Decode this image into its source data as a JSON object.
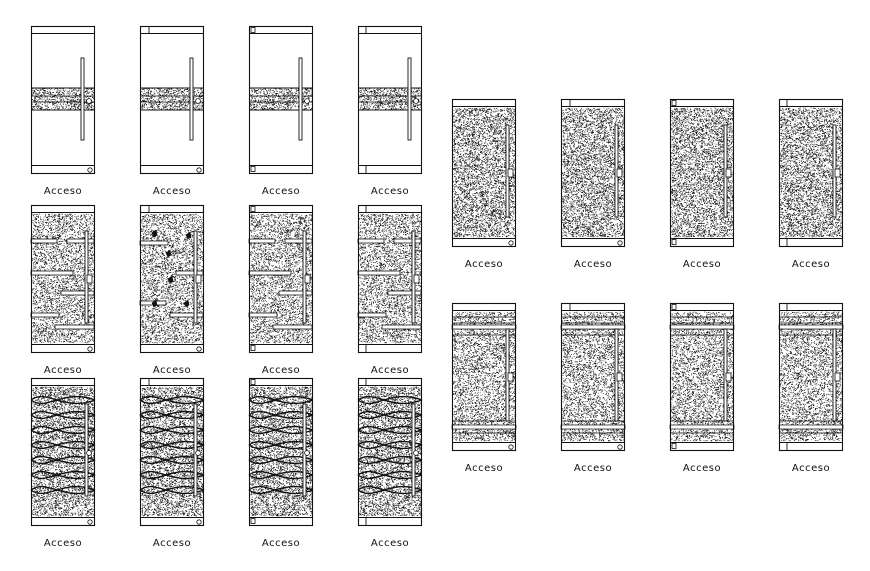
{
  "sheet": {
    "line_color": "#111111",
    "background": "#ffffff"
  },
  "doors": [
    {
      "label": "Acceso",
      "style": "band",
      "corner": "none"
    },
    {
      "label": "Acceso",
      "style": "band",
      "corner": "box"
    },
    {
      "label": "Acceso",
      "style": "band",
      "corner": "hinge"
    },
    {
      "label": "Acceso",
      "style": "band",
      "corner": "notch"
    },
    {
      "label": "Acceso",
      "style": "bars",
      "corner": "none"
    },
    {
      "label": "Acceso",
      "style": "birds",
      "corner": "box"
    },
    {
      "label": "Acceso",
      "style": "bars",
      "corner": "hinge"
    },
    {
      "label": "Acceso",
      "style": "bars",
      "corner": "notch"
    },
    {
      "label": "Acceso",
      "style": "waves",
      "corner": "none"
    },
    {
      "label": "Acceso",
      "style": "waves",
      "corner": "box"
    },
    {
      "label": "Acceso",
      "style": "waves",
      "corner": "hinge"
    },
    {
      "label": "Acceso",
      "style": "waves",
      "corner": "notch"
    },
    {
      "label": "Acceso",
      "style": "full",
      "corner": "none"
    },
    {
      "label": "Acceso",
      "style": "full",
      "corner": "box"
    },
    {
      "label": "Acceso",
      "style": "full",
      "corner": "hinge"
    },
    {
      "label": "Acceso",
      "style": "full",
      "corner": "notch"
    },
    {
      "label": "Acceso",
      "style": "lined",
      "corner": "none"
    },
    {
      "label": "Acceso",
      "style": "lined",
      "corner": "box"
    },
    {
      "label": "Acceso",
      "style": "lined",
      "corner": "hinge"
    },
    {
      "label": "Acceso",
      "style": "lined",
      "corner": "notch"
    }
  ]
}
